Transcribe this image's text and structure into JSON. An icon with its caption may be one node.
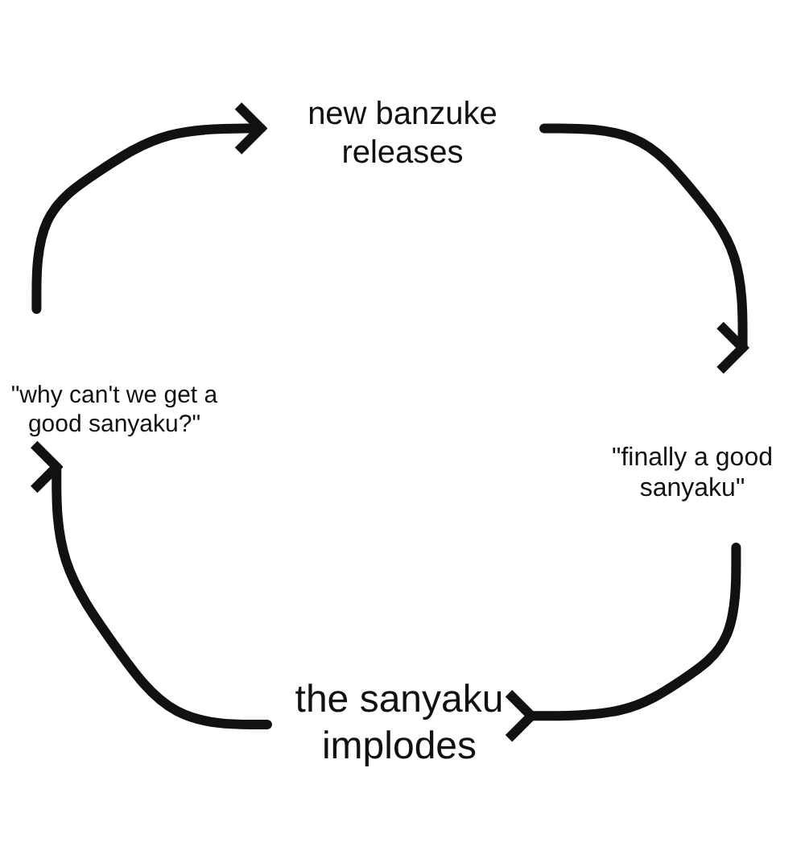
{
  "diagram": {
    "nodes": [
      {
        "text": [
          "new banzuke releases"
        ]
      },
      {
        "text": [
          "\"finally a good sanyaku\""
        ]
      },
      {
        "text": [
          "the sanyaku implodes"
        ]
      },
      {
        "text": [
          "\"why can't we get a good sanyaku?\""
        ]
      }
    ],
    "edges": [
      {
        "from": 0,
        "to": 1,
        "arrow": "to"
      },
      {
        "from": 1,
        "to": 2,
        "arrow": "to"
      },
      {
        "from": 2,
        "to": 3,
        "arrow": "to"
      },
      {
        "from": 3,
        "to": 0,
        "arrow": "to"
      }
    ]
  }
}
